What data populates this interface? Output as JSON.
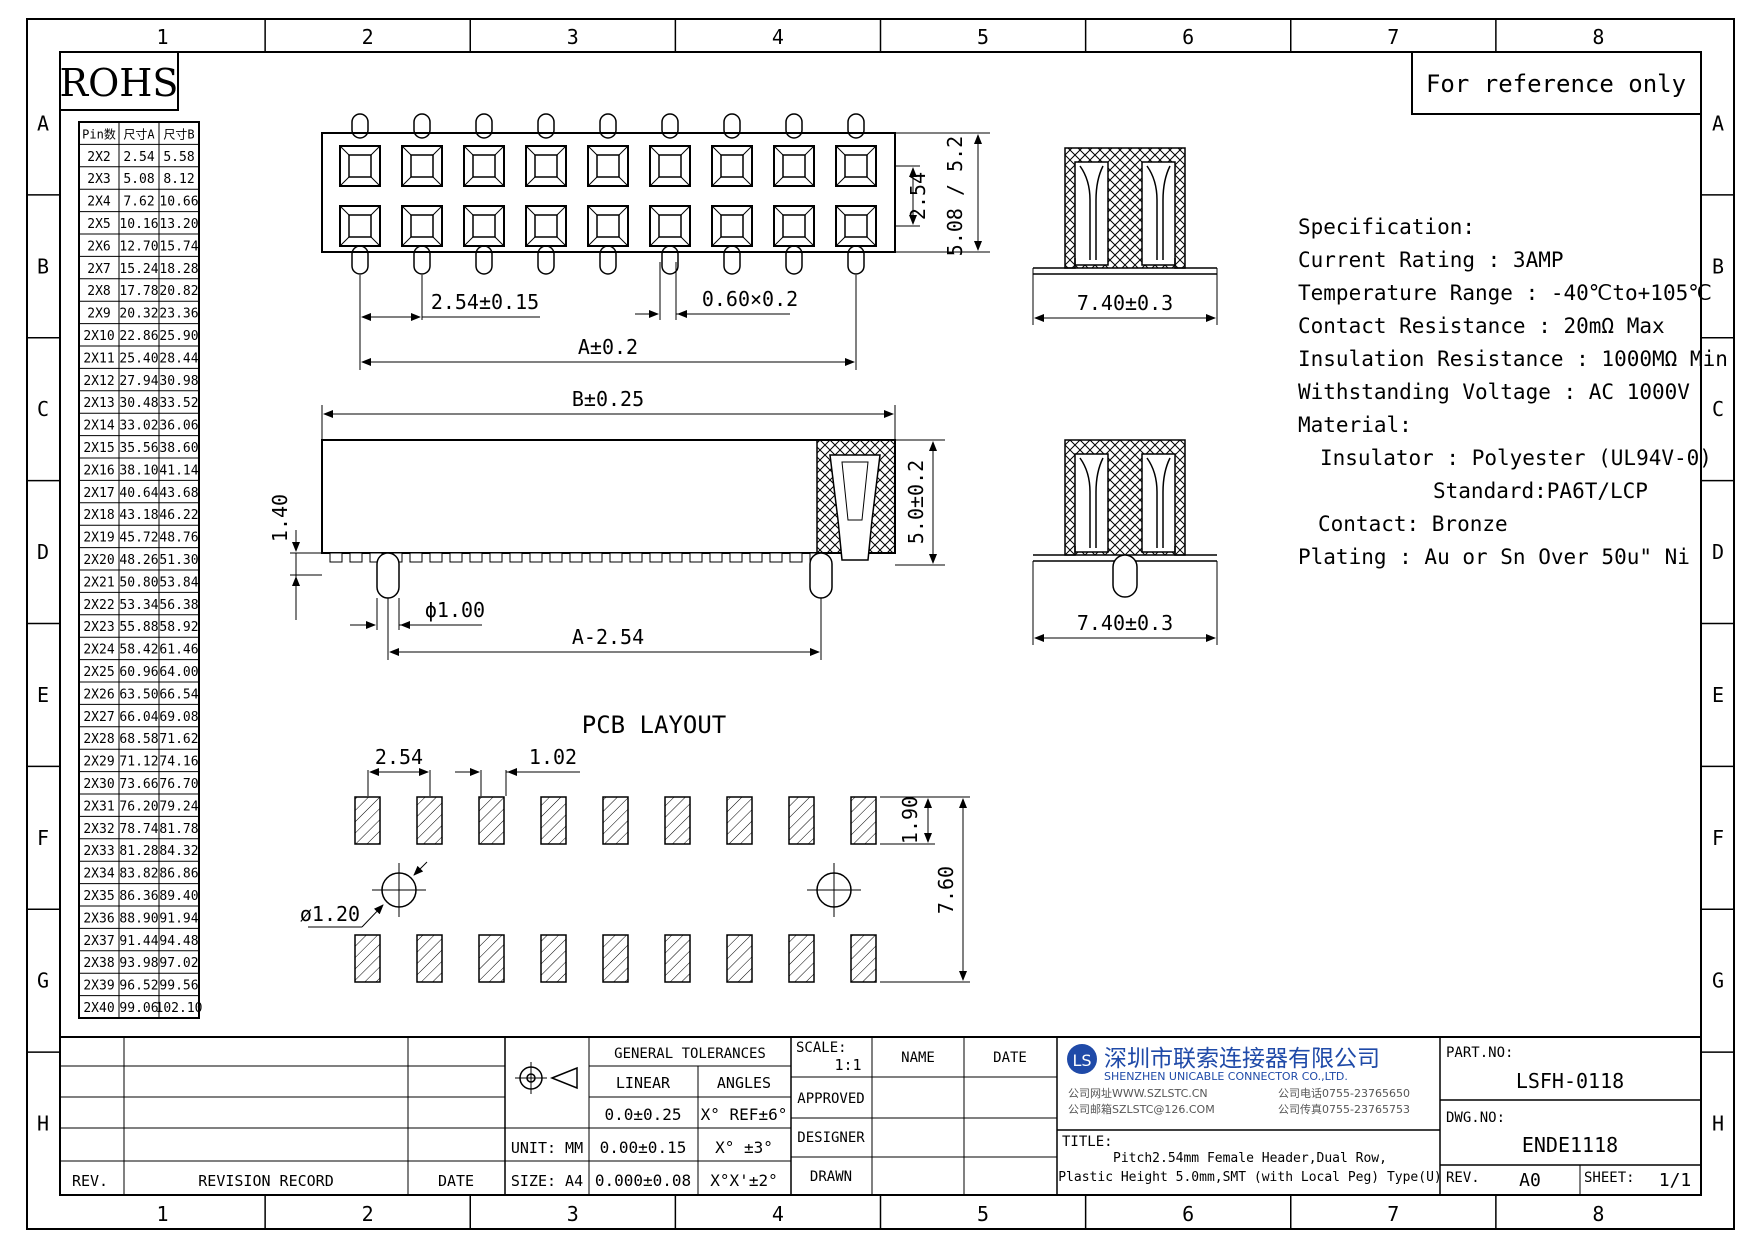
{
  "frame": {
    "cols": [
      "1",
      "2",
      "3",
      "4",
      "5",
      "6",
      "7",
      "8"
    ],
    "rows": [
      "A",
      "B",
      "C",
      "D",
      "E",
      "F",
      "G",
      "H"
    ]
  },
  "badges": {
    "rohs": "ROHS",
    "reference": "For reference only"
  },
  "pin_table": {
    "headers": [
      "Pin数",
      "尺寸A",
      "尺寸B"
    ],
    "rows": [
      [
        "2X2",
        "2.54",
        "5.58"
      ],
      [
        "2X3",
        "5.08",
        "8.12"
      ],
      [
        "2X4",
        "7.62",
        "10.66"
      ],
      [
        "2X5",
        "10.16",
        "13.20"
      ],
      [
        "2X6",
        "12.70",
        "15.74"
      ],
      [
        "2X7",
        "15.24",
        "18.28"
      ],
      [
        "2X8",
        "17.78",
        "20.82"
      ],
      [
        "2X9",
        "20.32",
        "23.36"
      ],
      [
        "2X10",
        "22.86",
        "25.90"
      ],
      [
        "2X11",
        "25.40",
        "28.44"
      ],
      [
        "2X12",
        "27.94",
        "30.98"
      ],
      [
        "2X13",
        "30.48",
        "33.52"
      ],
      [
        "2X14",
        "33.02",
        "36.06"
      ],
      [
        "2X15",
        "35.56",
        "38.60"
      ],
      [
        "2X16",
        "38.10",
        "41.14"
      ],
      [
        "2X17",
        "40.64",
        "43.68"
      ],
      [
        "2X18",
        "43.18",
        "46.22"
      ],
      [
        "2X19",
        "45.72",
        "48.76"
      ],
      [
        "2X20",
        "48.26",
        "51.30"
      ],
      [
        "2X21",
        "50.80",
        "53.84"
      ],
      [
        "2X22",
        "53.34",
        "56.38"
      ],
      [
        "2X23",
        "55.88",
        "58.92"
      ],
      [
        "2X24",
        "58.42",
        "61.46"
      ],
      [
        "2X25",
        "60.96",
        "64.00"
      ],
      [
        "2X26",
        "63.50",
        "66.54"
      ],
      [
        "2X27",
        "66.04",
        "69.08"
      ],
      [
        "2X28",
        "68.58",
        "71.62"
      ],
      [
        "2X29",
        "71.12",
        "74.16"
      ],
      [
        "2X30",
        "73.66",
        "76.70"
      ],
      [
        "2X31",
        "76.20",
        "79.24"
      ],
      [
        "2X32",
        "78.74",
        "81.78"
      ],
      [
        "2X33",
        "81.28",
        "84.32"
      ],
      [
        "2X34",
        "83.82",
        "86.86"
      ],
      [
        "2X35",
        "86.36",
        "89.40"
      ],
      [
        "2X36",
        "88.90",
        "91.94"
      ],
      [
        "2X37",
        "91.44",
        "94.48"
      ],
      [
        "2X38",
        "93.98",
        "97.02"
      ],
      [
        "2X39",
        "96.52",
        "99.56"
      ],
      [
        "2X40",
        "99.06",
        "102.10"
      ]
    ]
  },
  "dims": {
    "pitch": "2.54±0.15",
    "pin_size": "0.60×0.2",
    "a": "A±0.2",
    "row_pitch": "2.54",
    "height_top": "5.08 / 5.2",
    "b": "B±0.25",
    "h140": "1.40",
    "h50": "5.0±0.2",
    "peg_dia": "ϕ1.00",
    "a_minus": "A-2.54",
    "side_w1": "7.40±0.3",
    "side_w2": "7.40±0.3",
    "pcb_title": "PCB LAYOUT",
    "pcb_pitch": "2.54",
    "pcb_pad": "1.02",
    "pcb_pad_h": "1.90",
    "pcb_span": "7.60",
    "pcb_hole": "ø1.20"
  },
  "spec": {
    "lines": [
      "Specification:",
      "Current Rating : 3AMP",
      "Temperature Range : -40℃to+105℃",
      "Contact Resistance : 20mΩ Max",
      "Insulation Resistance : 1000MΩ Min",
      "Withstanding Voltage : AC 1000V",
      "Material:",
      "Insulator : Polyester (UL94V-0)",
      "Standard:PA6T/LCP",
      "Contact: Bronze",
      "Plating : Au or Sn Over 50u\" Ni"
    ]
  },
  "title_block": {
    "rev_label": "REV.",
    "revision_record": "REVISION RECORD",
    "date_label": "DATE",
    "unit": "UNIT: MM",
    "size": "SIZE: A4",
    "general_tol": "GENERAL TOLERANCES",
    "linear": "LINEAR",
    "angles": "ANGLES",
    "tol_lin": [
      "0.0±0.25",
      "0.00±0.15",
      "0.000±0.08"
    ],
    "tol_ang": [
      "X° REF±6°",
      "X° ±3°",
      "X°X'±2°"
    ],
    "scale_label": "SCALE:",
    "scale_value": "1:1",
    "name": "NAME",
    "date": "DATE",
    "approved": "APPROVED",
    "designer": "DESIGNER",
    "drawn": "DRAWN",
    "company_cn": "深圳市联索连接器有限公司",
    "company_en": "SHENZHEN UNICABLE CONNECTOR CO.,LTD.",
    "web": "公司网址WWW.SZLSTC.CN",
    "mail": "公司邮箱SZLSTC@126.COM",
    "phone": "公司电话0755-23765650",
    "fax": "公司传真0755-23765753",
    "title_label": "TITLE:",
    "title_line1": "Pitch2.54mm Female Header,Dual Row,",
    "title_line2": "Plastic Height 5.0mm,SMT (with Local Peg) Type(U)",
    "part_no_label": "PART.NO:",
    "part_no": "LSFH-0118",
    "dwg_no_label": "DWG.NO:",
    "dwg_no": "ENDE1118",
    "rev": "A0",
    "sheet_label": "SHEET:",
    "sheet": "1/1"
  }
}
